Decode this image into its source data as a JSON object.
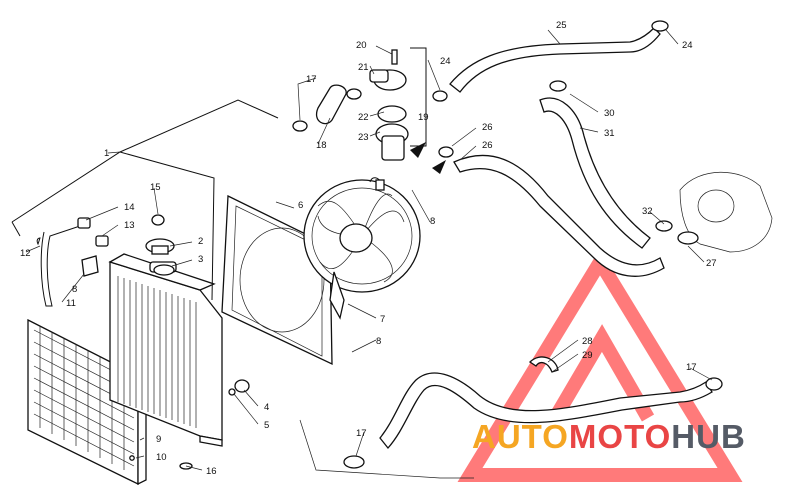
{
  "diagram": {
    "callouts": [
      "1",
      "2",
      "3",
      "4",
      "5",
      "6",
      "7",
      "8",
      "8",
      "8",
      "9",
      "10",
      "11",
      "12",
      "13",
      "14",
      "15",
      "16",
      "17",
      "17",
      "17",
      "18",
      "19",
      "20",
      "21",
      "22",
      "23",
      "24",
      "24",
      "25",
      "26",
      "26",
      "27",
      "28",
      "29",
      "30",
      "31",
      "32"
    ]
  },
  "watermark": {
    "brand_parts": [
      "AUTO",
      "MOTO",
      "HUB"
    ],
    "colors": {
      "auto": "#f5a623",
      "moto": "#e94545",
      "hub": "#555b66",
      "triangle": "#ff6b6b"
    }
  }
}
